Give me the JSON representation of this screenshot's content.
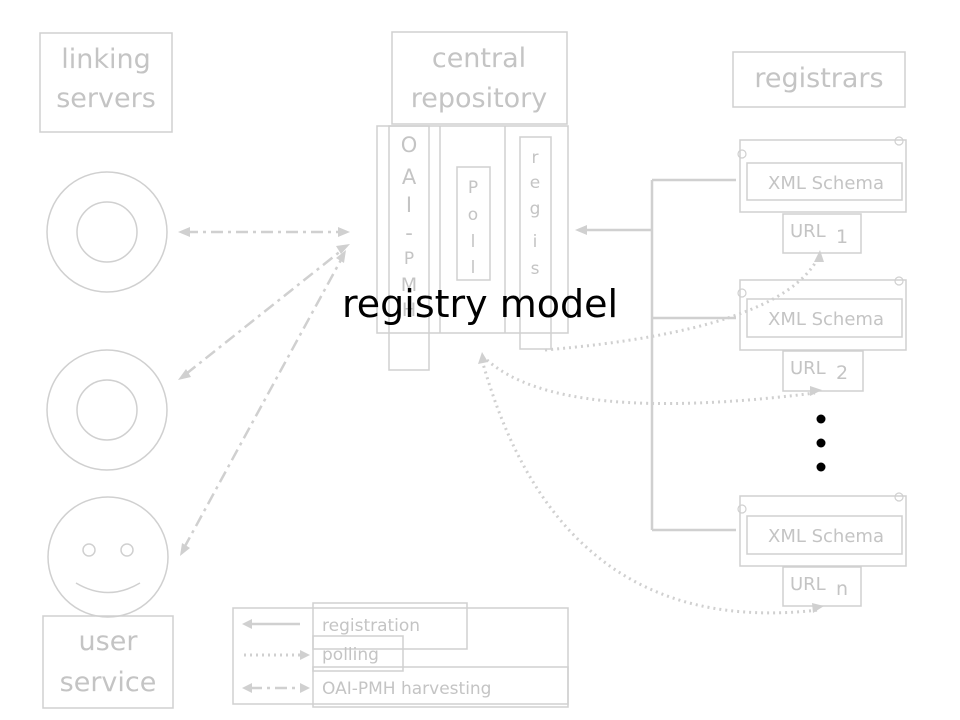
{
  "title": "registry model",
  "headers": {
    "linking_servers": [
      "linking",
      "servers"
    ],
    "central_repository": [
      "central",
      "repository"
    ],
    "registrars": "registrars",
    "user_service": [
      "user",
      "service"
    ]
  },
  "columns": {
    "oai_pmh": [
      "O",
      "A",
      "I",
      "-",
      "P",
      "M",
      "H"
    ],
    "poll": [
      "P",
      "o",
      "l",
      "l"
    ],
    "register": [
      "r",
      "e",
      "g",
      "i",
      "s"
    ]
  },
  "registrars": [
    {
      "schema": "XML Schema",
      "url": "URL",
      "subscript": "1"
    },
    {
      "schema": "XML Schema",
      "url": "URL",
      "subscript": "2"
    },
    {
      "schema": "XML Schema",
      "url": "URL",
      "subscript": "n"
    }
  ],
  "legend": {
    "registration": "registration",
    "polling": "polling",
    "harvesting": "OAI-PMH harvesting"
  },
  "colors": {
    "faded": "#c4c4c4",
    "stroke": "#d0d0d0",
    "title": "#000000"
  }
}
